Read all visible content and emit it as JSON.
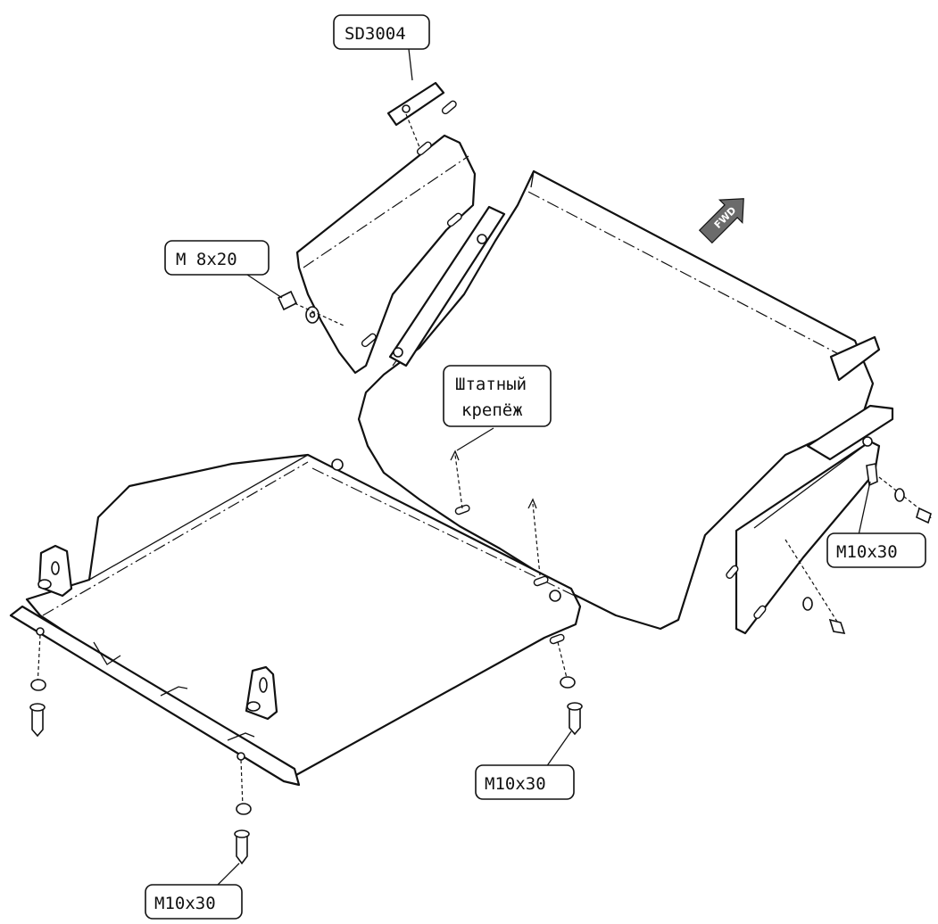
{
  "callouts": {
    "top_part": "SD3004",
    "bolt_m8": "M 8x20",
    "stock_fastener_line1": "Штатный",
    "stock_fastener_line2": "крепёж",
    "bolt_right": "M10x30",
    "bolt_center": "M10x30",
    "bolt_bottom": "M10x30"
  },
  "direction_arrow": {
    "label": "FWD",
    "color": "#6b6b6b"
  },
  "colors": {
    "line": "#111111",
    "background": "#ffffff"
  }
}
